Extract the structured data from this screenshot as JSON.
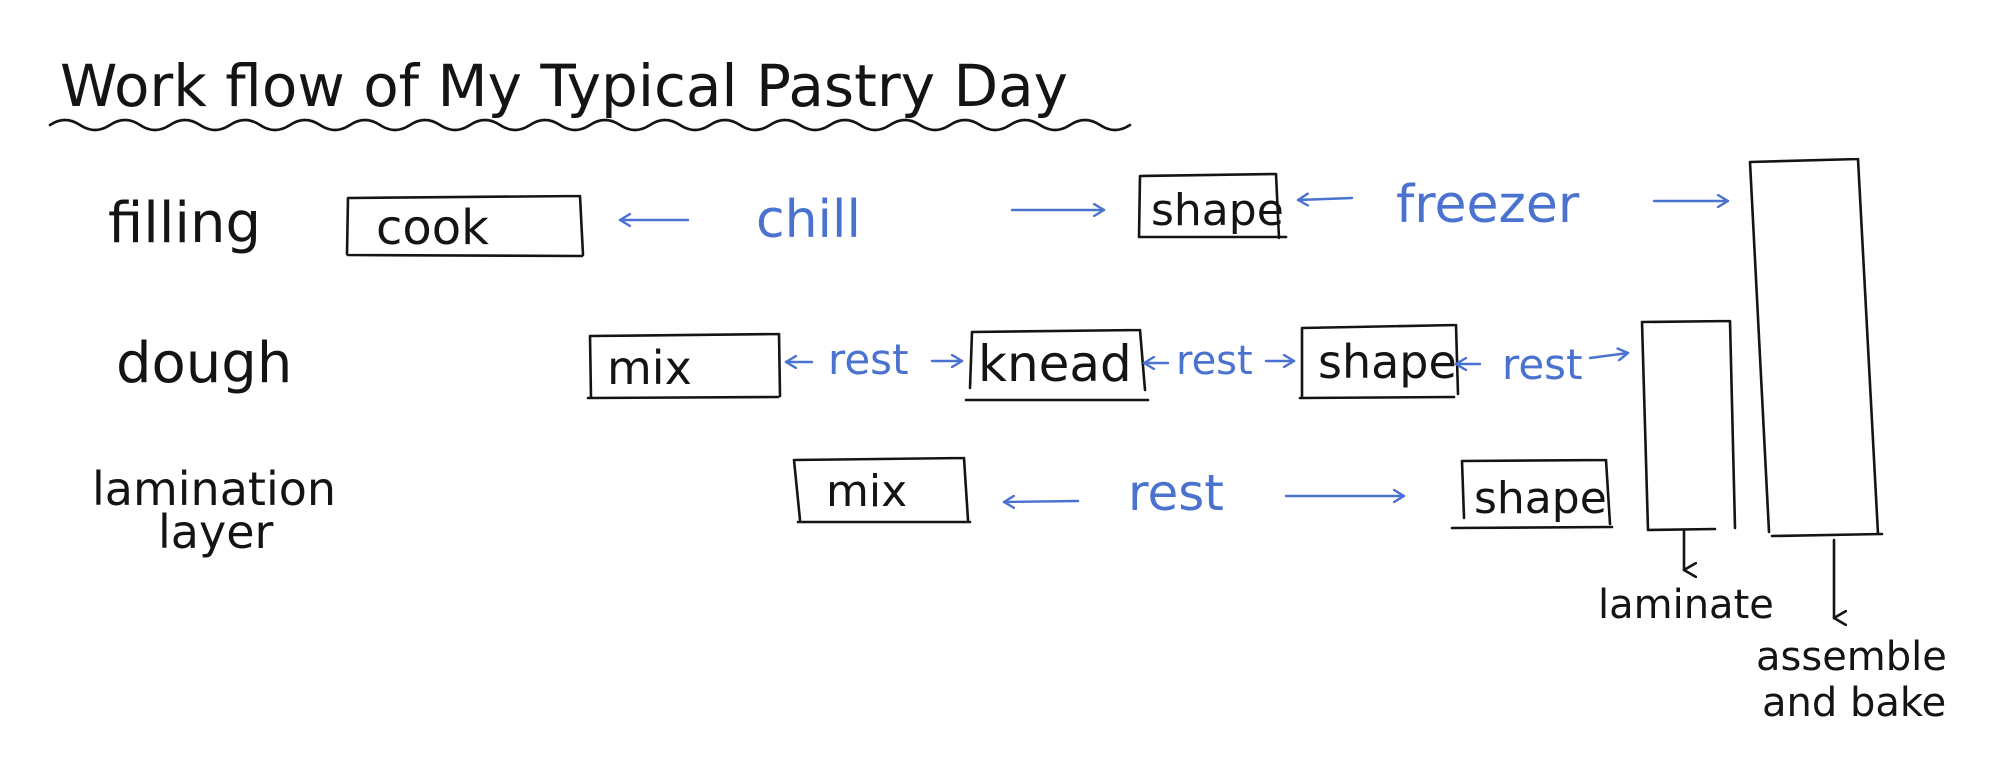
{
  "title": "Work flow of My Typical Pastry Day",
  "colors": {
    "ink": "#141414",
    "annotation": "#4a72cf",
    "background": "#ffffff"
  },
  "rows": {
    "filling": {
      "label": "filling",
      "steps": [
        "cook",
        "shape"
      ],
      "gaps": [
        "chill",
        "freezer"
      ]
    },
    "dough": {
      "label": "dough",
      "steps": [
        "mix",
        "knead",
        "shape"
      ],
      "gaps": [
        "rest",
        "rest",
        "rest"
      ]
    },
    "lamination": {
      "label_line1": "lamination",
      "label_line2": "layer",
      "steps": [
        "mix",
        "shape"
      ],
      "gaps": [
        "rest"
      ]
    }
  },
  "final_stages": {
    "laminate": "laminate",
    "assemble_line1": "assemble",
    "assemble_line2": "and bake"
  }
}
